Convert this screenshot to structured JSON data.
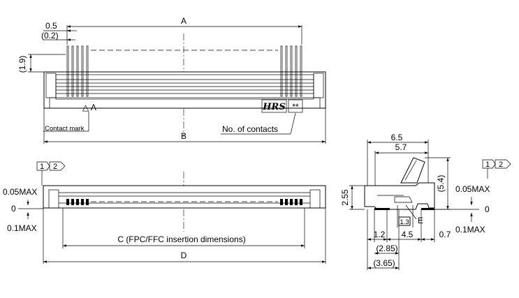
{
  "dimensions": {
    "A": "A",
    "B": "B",
    "C": "C (FPC/FFC insertion dimensions)",
    "D": "D",
    "E": "E",
    "pitch": "0.5",
    "pitch_ref": "(0.2)",
    "height_ref": "(1.9)",
    "side_6_5": "6.5",
    "side_5_7": "5.7",
    "side_5_4": "(5.4)",
    "side_2_55": "2.55",
    "side_1_2": "1.2",
    "side_4_5": "4.5",
    "side_0_7": "0.7",
    "side_1_3": "1.3",
    "side_2_85": "(2.85)",
    "side_3_65": "(3.65)"
  },
  "labels": {
    "contact_mark_symbol": "△ A",
    "contact_mark": "Contact mark",
    "no_of_contacts": "No. of contacts",
    "logo": "HRS",
    "marking": "**"
  },
  "datum": {
    "front": {
      "ref1": "1",
      "ref2": "2",
      "upper_tol": "0.05MAX",
      "zero": "0",
      "lower_tol": "0.1MAX"
    },
    "side": {
      "ref1": "1",
      "ref2": "2",
      "upper_tol": "0.05MAX",
      "zero": "0",
      "lower_tol": "0.1MAX"
    }
  }
}
